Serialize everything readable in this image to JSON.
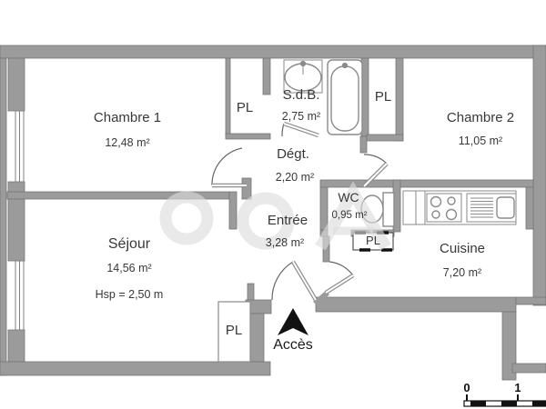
{
  "rooms": {
    "chambre1": {
      "name": "Chambre 1",
      "area": "12,48 m²"
    },
    "chambre2": {
      "name": "Chambre 2",
      "area": "11,05 m²"
    },
    "sdb": {
      "name": "S.d.B.",
      "area": "2,75 m²"
    },
    "degt": {
      "name": "Dégt.",
      "area": "2,20 m²"
    },
    "wc": {
      "name": "WC",
      "area": "0,95 m²"
    },
    "entree": {
      "name": "Entrée",
      "area": "3,28 m²"
    },
    "sejour": {
      "name": "Séjour",
      "area": "14,56 m²",
      "height_note": "Hsp = 2,50 m"
    },
    "cuisine": {
      "name": "Cuisine",
      "area": "7,20 m²"
    }
  },
  "closets": {
    "pl1": "PL",
    "pl2": "PL",
    "pl3": "PL",
    "pl4": "PL"
  },
  "access": {
    "label": "Accès"
  },
  "scale_bar": {
    "tick0": "0",
    "tick1": "1"
  },
  "fixtures": [
    "bathtub",
    "washbasin",
    "toilet",
    "stove-4-burners",
    "kitchen-sink-drainboard"
  ],
  "colors": {
    "wall": "#9b9b9b",
    "wall_outline": "#767676",
    "text": "#383838",
    "fixture_stroke": "#8a8a8a",
    "arrow_scale": "#111111",
    "watermark": "#dcdcdc"
  }
}
